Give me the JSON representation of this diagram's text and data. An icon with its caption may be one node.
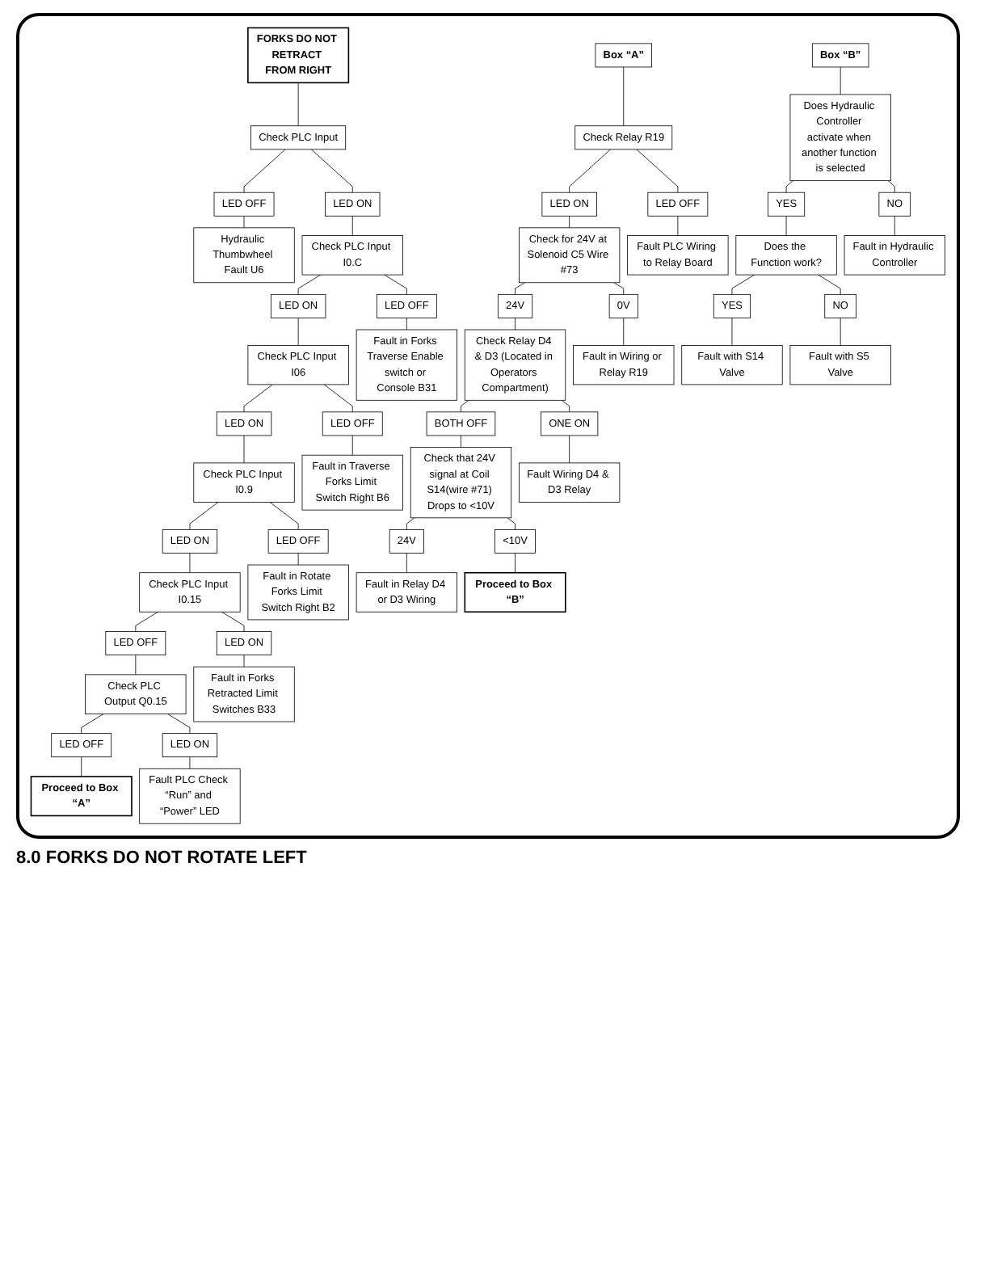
{
  "diagram": {
    "nodes": [
      {
        "text": [
          "FORKS DO NOT RETRACT FROM RIGHT"
        ]
      },
      {
        "text": [
          "Check PLC Input"
        ]
      },
      {
        "text": [
          "LED OFF"
        ]
      },
      {
        "text": [
          "Hydraulic Thumbwheel Fault U6"
        ]
      },
      {
        "text": [
          "LED ON"
        ]
      },
      {
        "text": [
          "Box “A”"
        ]
      },
      {
        "text": [
          "Check Relay R19"
        ]
      },
      {
        "text": [
          "Check PLC Input I0.C"
        ]
      },
      {
        "text": [
          "LED ON"
        ]
      },
      {
        "text": [
          "LED OFF"
        ]
      },
      {
        "text": [
          "Check PLC Input I06"
        ]
      },
      {
        "text": [
          "Fault in Forks Traverse Enable switch or Console B31"
        ]
      },
      {
        "text": [
          "LED ON"
        ]
      },
      {
        "text": [
          "LED OFF"
        ]
      },
      {
        "text": [
          "Check PLC Input I0.9"
        ]
      },
      {
        "text": [
          "Fault in Traverse Forks Limit Switch Right B6"
        ]
      },
      {
        "text": [
          "LED ON"
        ]
      },
      {
        "text": [
          "LED OFF"
        ]
      },
      {
        "text": [
          "Check PLC Input I0.15"
        ]
      },
      {
        "text": [
          "Fault in Rotate Forks Limit Switch Right B2"
        ]
      },
      {
        "text": [
          "LED OFF"
        ]
      },
      {
        "text": [
          "LED ON"
        ]
      },
      {
        "text": [
          "Check PLC Output Q0.15"
        ]
      },
      {
        "text": [
          "Fault in Forks Retracted Limit Switches B33"
        ]
      },
      {
        "text": [
          "LED OFF"
        ]
      },
      {
        "text": [
          "LED ON"
        ]
      },
      {
        "text": [
          "Proceed to Box “A”"
        ]
      },
      {
        "text": [
          "Fault PLC Check “Run” and “Power” LED"
        ]
      },
      {
        "text": [
          "LED ON"
        ]
      },
      {
        "text": [
          "LED OFF"
        ]
      },
      {
        "text": [
          "Check for 24V at Solenoid C5 Wire #73"
        ]
      },
      {
        "text": [
          "Fault PLC Wiring to Relay Board"
        ]
      },
      {
        "text": [
          "24V"
        ]
      },
      {
        "text": [
          "0V"
        ]
      },
      {
        "text": [
          "Check Relay D4 & D3 (Located in Operators Compartment)"
        ]
      },
      {
        "text": [
          "Fault in Wiring or Relay R19"
        ]
      },
      {
        "text": [
          "BOTH OFF"
        ]
      },
      {
        "text": [
          "ONE ON"
        ]
      },
      {
        "text": [
          "Check that 24V signal at Coil S14(wire #71) Drops to <10V"
        ]
      },
      {
        "text": [
          "Fault Wiring D4 & D3 Relay"
        ]
      },
      {
        "text": [
          "24V"
        ]
      },
      {
        "text": [
          "<10V"
        ]
      },
      {
        "text": [
          "Fault in Relay D4 or D3 Wiring"
        ]
      },
      {
        "text": [
          "Proceed to Box “B”"
        ]
      },
      {
        "text": [
          "Box “B”"
        ]
      },
      {
        "text": [
          "Does Hydraulic Controller activate when another function is selected"
        ]
      },
      {
        "text": [
          "YES"
        ]
      },
      {
        "text": [
          "NO"
        ]
      },
      {
        "text": [
          "Does the Function work?"
        ]
      },
      {
        "text": [
          "Fault in Hydraulic Controller"
        ]
      },
      {
        "text": [
          "YES"
        ]
      },
      {
        "text": [
          "NO"
        ]
      },
      {
        "text": [
          "Fault with S14 Valve"
        ]
      },
      {
        "text": [
          "Fault with S5 Valve"
        ]
      }
    ],
    "edges": [
      {
        "from": 0,
        "to": 1,
        "arrow": "none"
      },
      {
        "from": 1,
        "to": 2,
        "arrow": "none"
      },
      {
        "from": 1,
        "to": 4,
        "arrow": "none"
      },
      {
        "from": 2,
        "to": 3,
        "arrow": "none"
      },
      {
        "from": 5,
        "to": 6,
        "arrow": "none"
      },
      {
        "from": 6,
        "to": 28,
        "arrow": "none"
      },
      {
        "from": 6,
        "to": 29,
        "arrow": "none"
      },
      {
        "from": 28,
        "to": 30,
        "arrow": "none"
      },
      {
        "from": 29,
        "to": 31,
        "arrow": "none"
      },
      {
        "from": 30,
        "to": 32,
        "arrow": "none"
      },
      {
        "from": 30,
        "to": 33,
        "arrow": "none"
      },
      {
        "from": 32,
        "to": 34,
        "arrow": "none"
      },
      {
        "from": 33,
        "to": 35,
        "arrow": "none"
      },
      {
        "from": 34,
        "to": 36,
        "arrow": "none"
      },
      {
        "from": 34,
        "to": 37,
        "arrow": "none"
      },
      {
        "from": 36,
        "to": 38,
        "arrow": "none"
      },
      {
        "from": 37,
        "to": 39,
        "arrow": "none"
      },
      {
        "from": 38,
        "to": 40,
        "arrow": "none"
      },
      {
        "from": 38,
        "to": 41,
        "arrow": "none"
      },
      {
        "from": 40,
        "to": 42,
        "arrow": "none"
      },
      {
        "from": 41,
        "to": 43,
        "arrow": "none"
      },
      {
        "from": 4,
        "to": 7,
        "arrow": "none"
      },
      {
        "from": 7,
        "to": 8,
        "arrow": "none"
      },
      {
        "from": 7,
        "to": 9,
        "arrow": "none"
      },
      {
        "from": 8,
        "to": 10,
        "arrow": "none"
      },
      {
        "from": 9,
        "to": 11,
        "arrow": "none"
      },
      {
        "from": 10,
        "to": 12,
        "arrow": "none"
      },
      {
        "from": 10,
        "to": 13,
        "arrow": "none"
      },
      {
        "from": 12,
        "to": 14,
        "arrow": "none"
      },
      {
        "from": 13,
        "to": 15,
        "arrow": "none"
      },
      {
        "from": 14,
        "to": 16,
        "arrow": "none"
      },
      {
        "from": 14,
        "to": 17,
        "arrow": "none"
      },
      {
        "from": 16,
        "to": 18,
        "arrow": "none"
      },
      {
        "from": 17,
        "to": 19,
        "arrow": "none"
      },
      {
        "from": 18,
        "to": 20,
        "arrow": "none"
      },
      {
        "from": 18,
        "to": 21,
        "arrow": "none"
      },
      {
        "from": 20,
        "to": 22,
        "arrow": "none"
      },
      {
        "from": 21,
        "to": 23,
        "arrow": "none"
      },
      {
        "from": 22,
        "to": 24,
        "arrow": "none"
      },
      {
        "from": 22,
        "to": 25,
        "arrow": "none"
      },
      {
        "from": 24,
        "to": 26,
        "arrow": "none"
      },
      {
        "from": 25,
        "to": 27,
        "arrow": "none"
      },
      {
        "from": 44,
        "to": 45,
        "arrow": "none"
      },
      {
        "from": 45,
        "to": 46,
        "arrow": "none"
      },
      {
        "from": 45,
        "to": 47,
        "arrow": "none"
      },
      {
        "from": 46,
        "to": 48,
        "arrow": "none"
      },
      {
        "from": 47,
        "to": 49,
        "arrow": "none"
      },
      {
        "from": 48,
        "to": 50,
        "arrow": "none"
      },
      {
        "from": 48,
        "to": 51,
        "arrow": "none"
      },
      {
        "from": 50,
        "to": 52,
        "arrow": "none"
      },
      {
        "from": 51,
        "to": 53,
        "arrow": "none"
      }
    ],
    "labels": [
      "8.0 FORKS DO NOT ROTATE LEFT"
    ]
  }
}
